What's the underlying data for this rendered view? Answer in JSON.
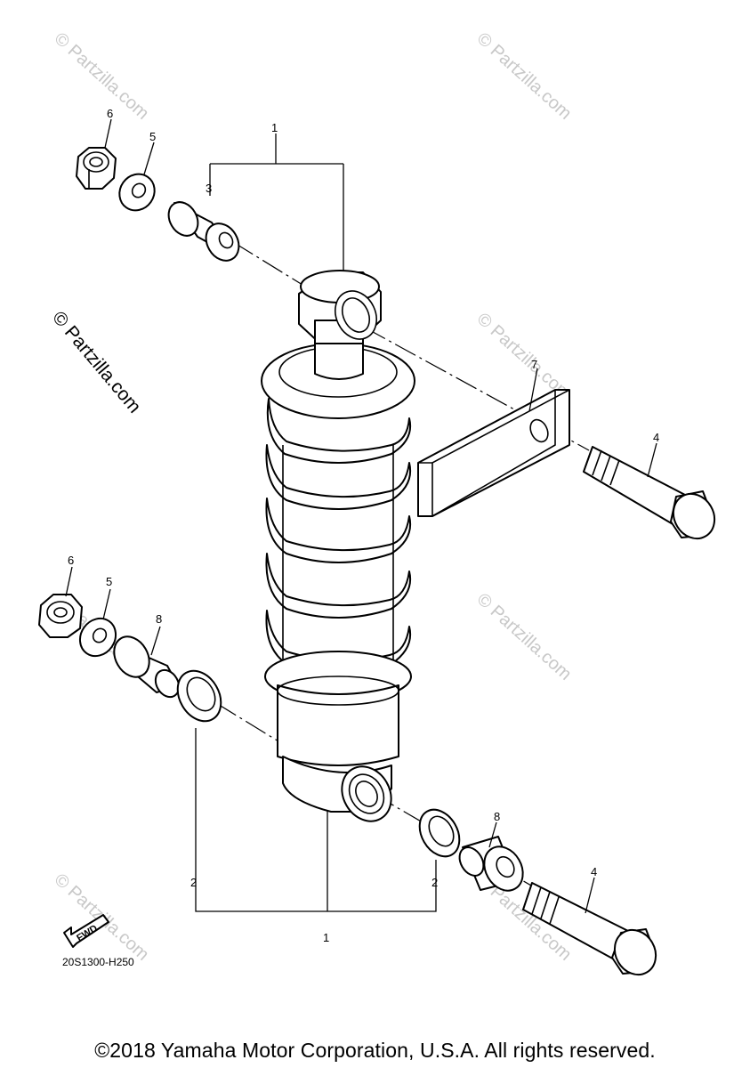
{
  "callouts": {
    "c1_top": "1",
    "c1_bottom": "1",
    "c2_left": "2",
    "c2_right": "2",
    "c3": "3",
    "c4_upper": "4",
    "c4_lower": "4",
    "c5_upper": "5",
    "c5_lower": "5",
    "c6_upper": "6",
    "c6_lower": "6",
    "c7": "7",
    "c8_left": "8",
    "c8_right": "8"
  },
  "watermark": {
    "text": "© Partzilla.com",
    "prominent": "© Partzilla.com"
  },
  "fwd_label": "FWD",
  "diagram_code": "20S1300-H250",
  "copyright": "©2018 Yamaha Motor Corporation, U.S.A. All rights reserved.",
  "colors": {
    "line": "#000000",
    "background": "#ffffff",
    "watermark": "#c8c8c8"
  }
}
